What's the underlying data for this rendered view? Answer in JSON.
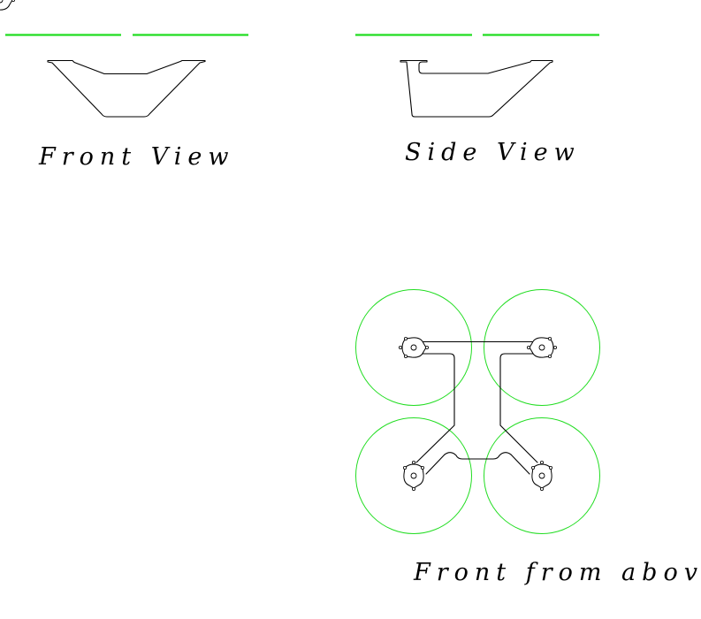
{
  "views": {
    "front_label": "Front View",
    "side_label": "Side View",
    "top_label": "Front from above"
  },
  "colors": {
    "propeller": "#22dd22",
    "outline": "#000000",
    "background": "#ffffff"
  },
  "icons": {
    "motor": "motor-mount-icon"
  }
}
